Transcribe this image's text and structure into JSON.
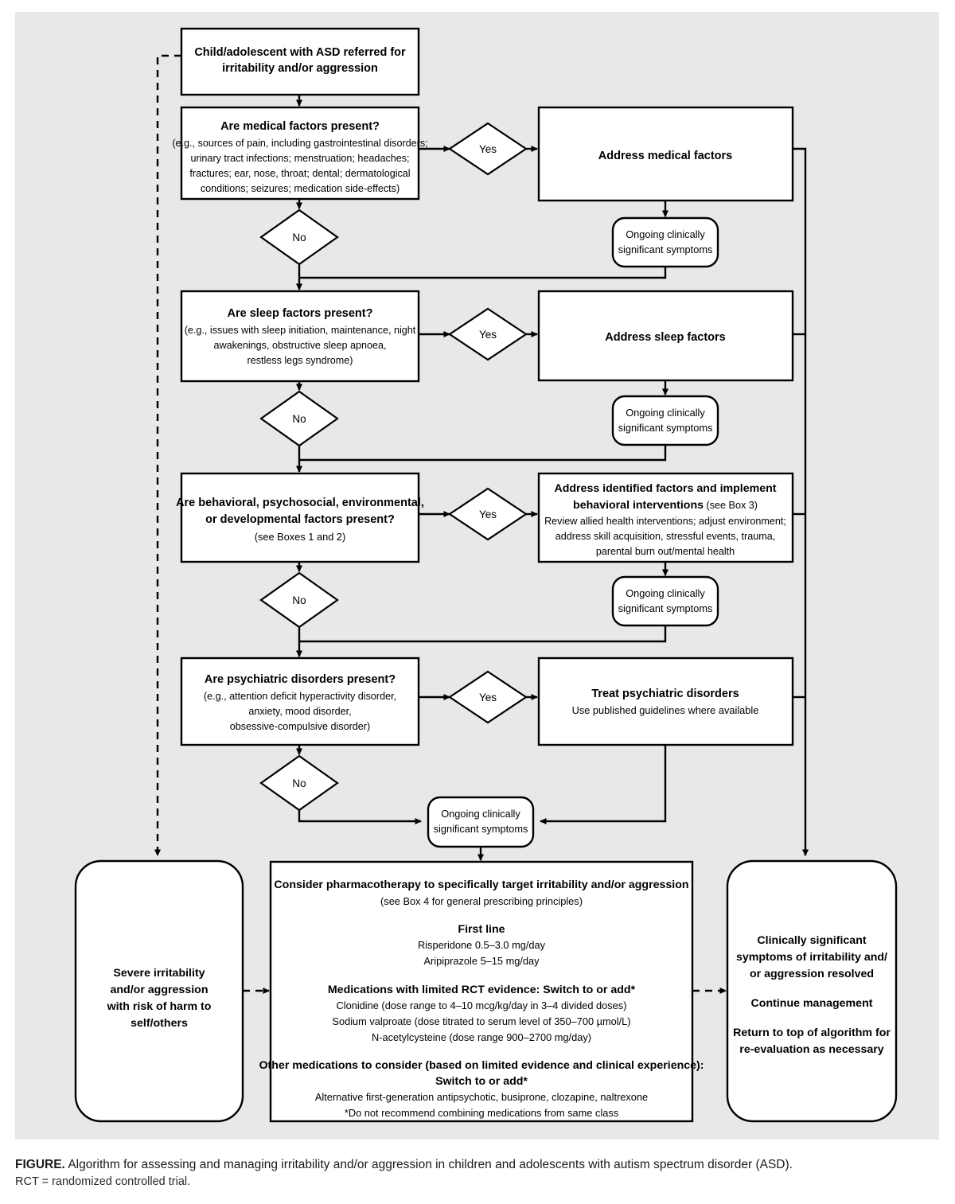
{
  "figure": {
    "caption_label": "FIGURE.",
    "caption_text": " Algorithm for assessing and managing irritability and/or aggression in children and adolescents with autism spectrum disorder (ASD).",
    "caption_sub": "RCT = randomized controlled trial.",
    "background_color": "#e7e8e9",
    "line_color": "#000000"
  },
  "nodes": {
    "start": {
      "lines": [
        "Child/adolescent with ASD referred for",
        "irritability and/or aggression"
      ]
    },
    "medical_q": {
      "title": "Are medical factors present?",
      "lines": [
        "(e.g., sources of pain, including gastrointestinal disorders;",
        "urinary tract infections; menstruation; headaches;",
        "fractures; ear, nose, throat; dental; dermatological",
        "conditions; seizures; medication side-effects)"
      ]
    },
    "medical_action": {
      "title": "Address medical factors"
    },
    "sleep_q": {
      "title": "Are sleep factors present?",
      "lines": [
        "(e.g., issues with sleep initiation, maintenance, night",
        "awakenings, obstructive sleep apnoea,",
        "restless legs syndrome)"
      ]
    },
    "sleep_action": {
      "title": "Address sleep factors"
    },
    "behavioral_q": {
      "lines_bold": [
        "Are behavioral, psychosocial, environmental,",
        "or developmental factors present?"
      ],
      "lines": [
        "(see Boxes 1 and 2)"
      ]
    },
    "behavioral_action": {
      "title_a": "Address identified factors and implement",
      "title_b": "behavioral interventions",
      "title_b_tail": " (see Box 3)",
      "lines": [
        "Review allied health interventions; adjust environment;",
        "address skill acquisition, stressful events, trauma,",
        "parental burn out/mental health"
      ]
    },
    "psychiatric_q": {
      "title": "Are psychiatric disorders present?",
      "lines": [
        "(e.g., attention deficit hyperactivity disorder,",
        "anxiety, mood disorder,",
        "obsessive-compulsive disorder)"
      ]
    },
    "psychiatric_action": {
      "title": "Treat psychiatric disorders",
      "lines": [
        "Use published guidelines where available"
      ]
    },
    "ongoing": {
      "lines": [
        "Ongoing clinically",
        "significant symptoms"
      ]
    },
    "severe": {
      "lines": [
        "Severe irritability",
        "and/or aggression",
        "with risk of harm to",
        "self/others"
      ]
    },
    "pharmacotherapy": {
      "heading": "Consider pharmacotherapy to specifically target irritability and/or aggression",
      "subheading": "(see Box 4 for general prescribing principles)",
      "first_line_label": "First line",
      "first_line_items": [
        "Risperidone 0.5–3.0 mg/day",
        "Aripiprazole 5–15 mg/day"
      ],
      "limited_rct_label": "Medications with limited RCT evidence: Switch to or add*",
      "limited_rct_items": [
        "Clonidine (dose range to 4–10 mcg/kg/day in 3–4 divided doses)",
        "Sodium valproate (dose titrated to serum level of 350–700 µmol/L)",
        "N-acetylcysteine (dose range 900–2700 mg/day)"
      ],
      "other_label_a": "Other medications to consider (based on limited evidence and clinical experience):",
      "other_label_b": "Switch to or add*",
      "other_items": [
        "Alternative first-generation antipsychotic, busiprone, clozapine, naltrexone",
        "*Do not recommend combining medications from same class"
      ]
    },
    "resolved": {
      "lines_1": [
        "Clinically significant",
        "symptoms of irritability and/",
        "or aggression resolved"
      ],
      "lines_2": [
        "Continue management"
      ],
      "lines_3": [
        "Return to top of algorithm for",
        "re-evaluation as necessary"
      ]
    }
  },
  "decisions": {
    "yes": "Yes",
    "no": "No"
  }
}
